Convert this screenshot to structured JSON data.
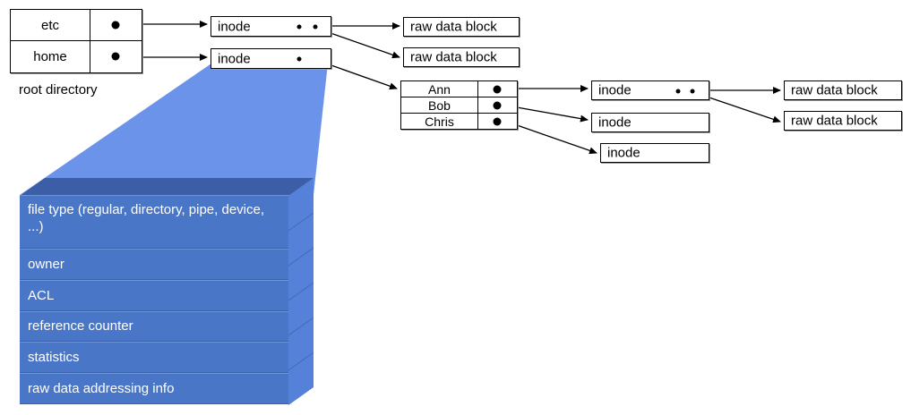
{
  "diagram": {
    "title": "unix-inode-filesystem-structure",
    "colors": {
      "wedge_blue": "#6b93ea",
      "block_face": "#4a76c8",
      "block_top": "#3c5ea6",
      "block_side": "#5681d8",
      "outline": "#000000",
      "shadow": "#9a9a9a",
      "text_on_blue": "#ffffff"
    }
  },
  "root_directory": {
    "caption": "root directory",
    "rows": [
      {
        "name": "etc",
        "pointer": "pointer-dot"
      },
      {
        "name": "home",
        "pointer": "pointer-dot"
      }
    ]
  },
  "inodes": {
    "etc_inode": {
      "label": "inode",
      "pointers": 2
    },
    "home_inode": {
      "label": "inode",
      "pointers": 1
    },
    "ann_inode": {
      "label": "inode",
      "pointers": 2
    },
    "bob_inode": {
      "label": "inode",
      "pointers": 0
    },
    "chris_inode": {
      "label": "inode",
      "pointers": 0
    }
  },
  "data_blocks": {
    "etc_block_1": "raw data block",
    "etc_block_2": "raw data block",
    "ann_block_1": "raw data block",
    "ann_block_2": "raw data block"
  },
  "home_directory": {
    "rows": [
      {
        "name": "Ann",
        "pointer": "pointer-dot"
      },
      {
        "name": "Bob",
        "pointer": "pointer-dot"
      },
      {
        "name": "Chris",
        "pointer": "pointer-dot"
      }
    ]
  },
  "inode_detail": {
    "fields": [
      "file type (regular, directory, pipe, device, ...)",
      "owner",
      "ACL",
      "reference counter",
      "statistics",
      "raw data addressing info"
    ]
  }
}
